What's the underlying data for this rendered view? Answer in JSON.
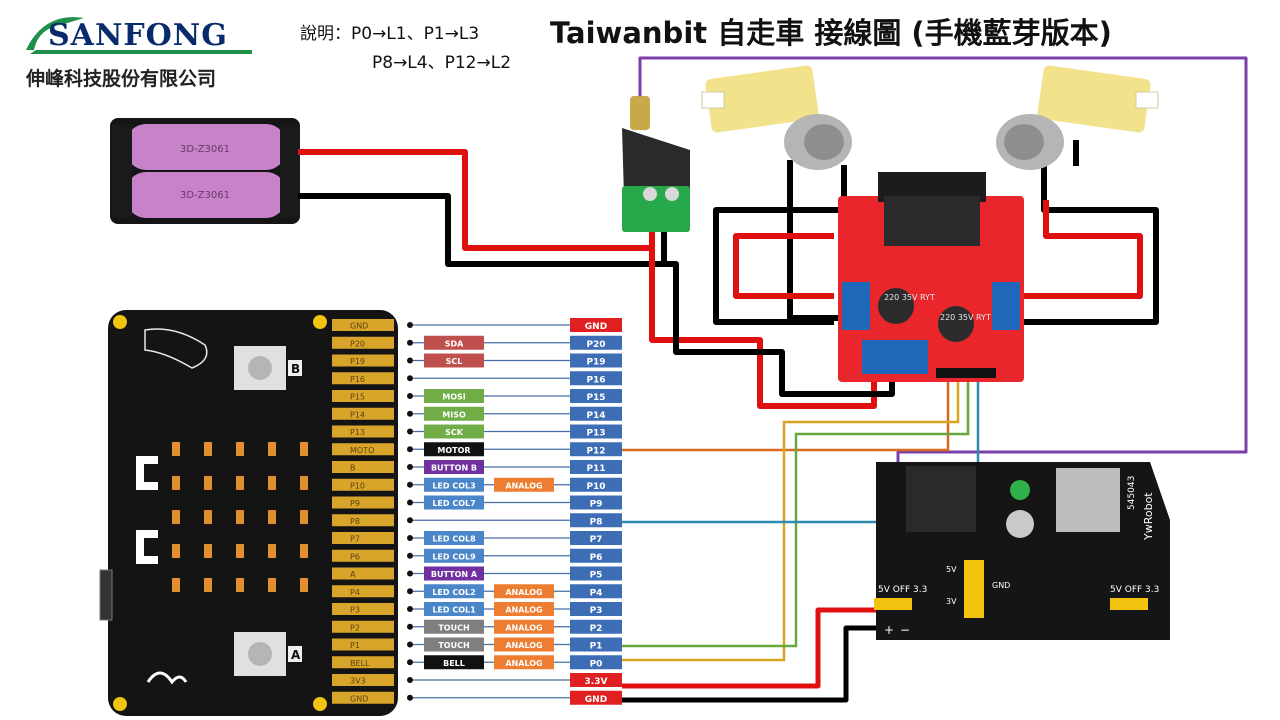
{
  "header": {
    "logo_text": "SANFONG",
    "company": "伸峰科技股份有限公司",
    "note_prefix": "說明：",
    "note_line1": "P0→L1、P1→L3",
    "note_line2": "P8→L4、P12→L2",
    "title": "Taiwanbit 自走車 接線圖 (手機藍芽版本)"
  },
  "board": {
    "edge_labels": [
      "GND",
      "P20",
      "P19",
      "P16",
      "P15",
      "P14",
      "P13",
      "MOTO",
      "B",
      "P10",
      "P9",
      "P8",
      "P7",
      "P6",
      "A",
      "P4",
      "P3",
      "P2",
      "P1",
      "BELL",
      "3V3",
      "GND"
    ],
    "button_a": "A",
    "button_b": "B"
  },
  "pinout": {
    "pins": [
      "GND",
      "P20",
      "P19",
      "P16",
      "P15",
      "P14",
      "P13",
      "P12",
      "P11",
      "P10",
      "P9",
      "P8",
      "P7",
      "P6",
      "P5",
      "P4",
      "P3",
      "P2",
      "P1",
      "P0",
      "3.3V",
      "GND"
    ],
    "functions": [
      {
        "row": 1,
        "label": "SDA",
        "color": "#c0504d"
      },
      {
        "row": 2,
        "label": "SCL",
        "color": "#c0504d"
      },
      {
        "row": 4,
        "label": "MOSI",
        "color": "#70ad47"
      },
      {
        "row": 5,
        "label": "MISO",
        "color": "#70ad47"
      },
      {
        "row": 6,
        "label": "SCK",
        "color": "#70ad47"
      },
      {
        "row": 7,
        "label": "MOTOR",
        "color": "#111111"
      },
      {
        "row": 8,
        "label": "BUTTON B",
        "color": "#7030a0"
      },
      {
        "row": 9,
        "label": "LED COL3",
        "color": "#4a86c8"
      },
      {
        "row": 10,
        "label": "LED COL7",
        "color": "#4a86c8"
      },
      {
        "row": 12,
        "label": "LED COL8",
        "color": "#4a86c8"
      },
      {
        "row": 13,
        "label": "LED COL9",
        "color": "#4a86c8"
      },
      {
        "row": 14,
        "label": "BUTTON A",
        "color": "#7030a0"
      },
      {
        "row": 15,
        "label": "LED COL2",
        "color": "#4a86c8"
      },
      {
        "row": 16,
        "label": "LED COL1",
        "color": "#4a86c8"
      },
      {
        "row": 17,
        "label": "TOUCH",
        "color": "#7f7f7f"
      },
      {
        "row": 18,
        "label": "TOUCH",
        "color": "#7f7f7f"
      },
      {
        "row": 19,
        "label": "BELL",
        "color": "#111111"
      }
    ],
    "analog_rows": [
      9,
      15,
      16,
      17,
      18,
      19
    ],
    "analog_label": "ANALOG"
  },
  "battery": {
    "cell1_text": "3D-Z3061",
    "cell2_text": "3D-Z3061"
  },
  "driver": {
    "cap1": "220 35V RYT",
    "cap2": "220 35V RYT"
  },
  "power_module": {
    "brand": "YwRobot",
    "model": "545043",
    "left_label": "5V OFF 3.3",
    "right_label": "5V OFF 3.3",
    "pins_5v": "5V",
    "pins_3v": "3V",
    "pins_gnd": "GND",
    "mark_plus": "+",
    "mark_minus": "−"
  },
  "colors": {
    "pin_blue": "#3d6db5",
    "pin_red": "#e02020",
    "wire_red": "#e01010",
    "wire_black": "#000000",
    "wire_purple": "#7a3fa8",
    "wire_orange": "#d66a1e",
    "wire_yellow": "#d9a521",
    "wire_green": "#66a83a",
    "wire_teal": "#2f8ab0",
    "analog_orange": "#ed7d31",
    "driver_red": "#e8262b"
  }
}
